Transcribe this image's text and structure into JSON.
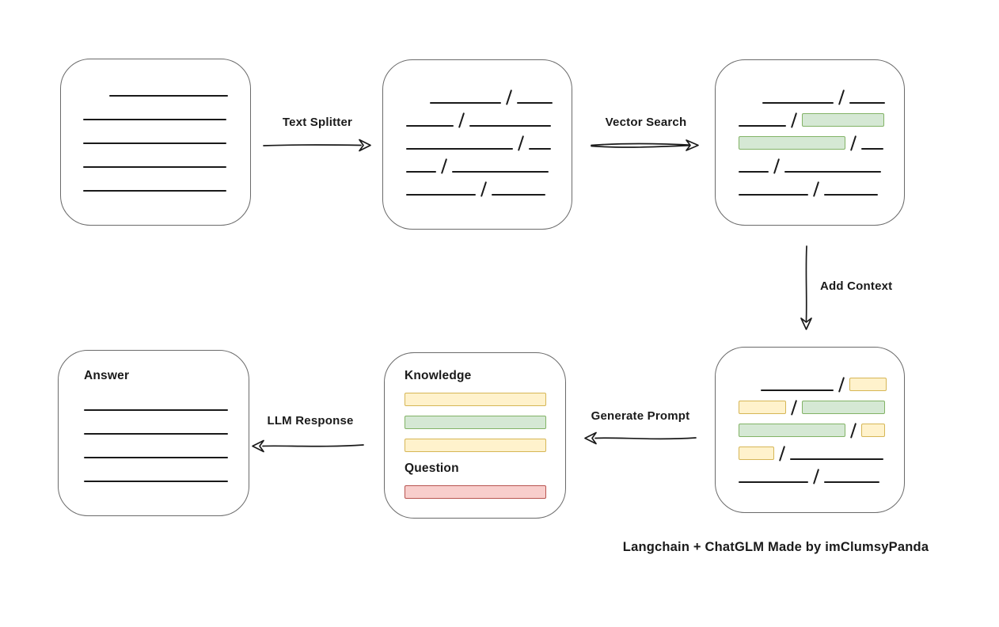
{
  "edges": [
    {
      "id": "text-splitter",
      "label": "Text Splitter",
      "direction": "right"
    },
    {
      "id": "vector-search",
      "label": "Vector Search",
      "direction": "right"
    },
    {
      "id": "add-context",
      "label": "Add Context",
      "direction": "down"
    },
    {
      "id": "generate-prompt",
      "label": "Generate Prompt",
      "direction": "left"
    },
    {
      "id": "llm-response",
      "label": "LLM Response",
      "direction": "left"
    }
  ],
  "boxes": {
    "answer": {
      "label": "Answer"
    },
    "prompt": {
      "knowledge_label": "Knowledge",
      "question_label": "Question"
    }
  },
  "footer": "Langchain + ChatGLM Made by imClumsyPanda",
  "colors": {
    "ink": "#1a1a1a",
    "box-border": "#6a6a6a",
    "green-fill": "#d5e8d4",
    "green-stroke": "#82b366",
    "yellow-fill": "#fff2cc",
    "yellow-stroke": "#d6b656",
    "red-fill": "#f8cecc",
    "red-stroke": "#b85450"
  }
}
